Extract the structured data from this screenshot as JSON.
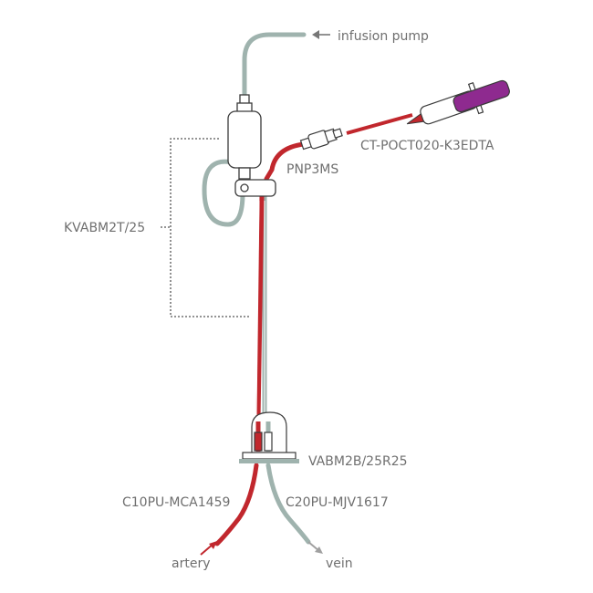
{
  "labels": {
    "infusion_pump": "infusion pump",
    "syringe": "CT-POCT020-K3EDTA",
    "connector": "PNP3MS",
    "kit": "KVABM2T/25",
    "valve": "VABM2B/25R25",
    "arterial_catheter": "C10PU-MCA1459",
    "venous_catheter": "C20PU-MJV1617",
    "artery": "artery",
    "vein": "vein"
  },
  "colors": {
    "saline_tube": "#9fb3ae",
    "blood_line": "#c1272d",
    "syringe_plunger": "#8e2a8f",
    "label_text": "#6f6f6f",
    "outline": "#3a3a3a",
    "bracket": "#555555"
  }
}
